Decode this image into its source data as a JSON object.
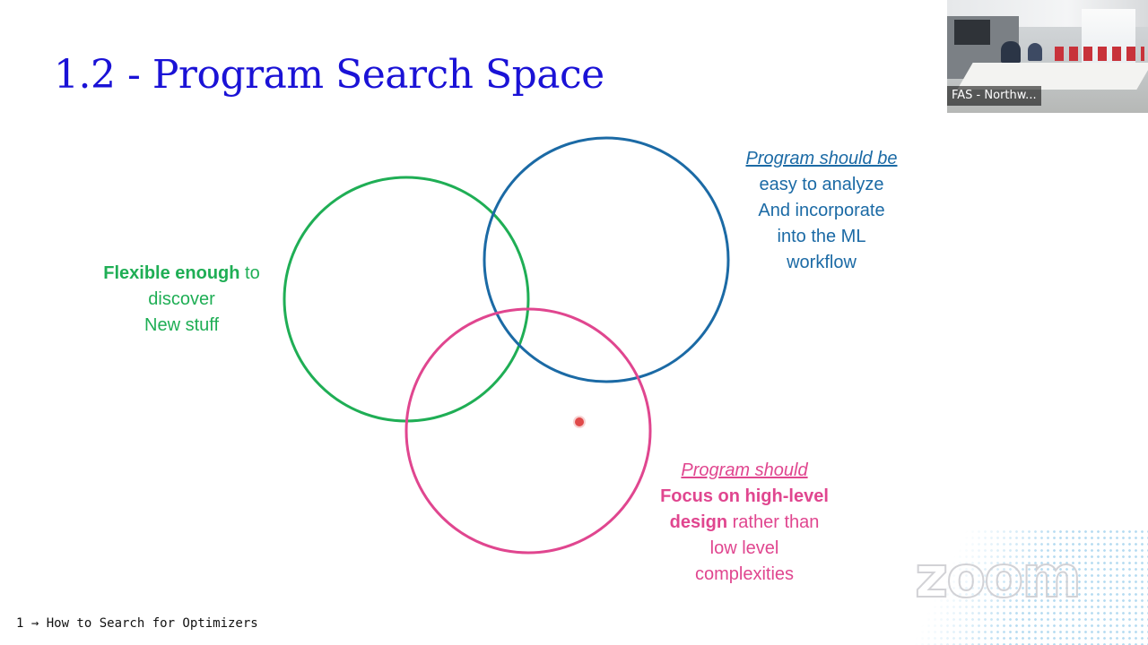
{
  "slide": {
    "title": "1.2 - Program Search Space",
    "footer": "1 → How to Search for Optimizers"
  },
  "venn": {
    "green_color": "#1fae55",
    "blue_color": "#1b6aa5",
    "pink_color": "#e0468f",
    "green_label": {
      "line1_bold": "Flexible enough",
      "line1_rest": " to",
      "line2": "discover",
      "line3": "New stuff"
    },
    "blue_label": {
      "heading": "Program should be",
      "line1": "easy to analyze",
      "line2": "And incorporate",
      "line3": "into the ML",
      "line4": "workflow"
    },
    "pink_label": {
      "heading": "Program should",
      "line1_bold": "Focus on high-level",
      "line2_bold": "design",
      "line2_rest": " rather than",
      "line3": "low level",
      "line4": "complexities"
    }
  },
  "video_tile": {
    "name": "FAS - Northw..."
  },
  "watermark": {
    "text": "zoom",
    "icon": "zoom-logo"
  },
  "pointer": {
    "icon": "laser-pointer-icon",
    "color": "#e04a4a"
  }
}
